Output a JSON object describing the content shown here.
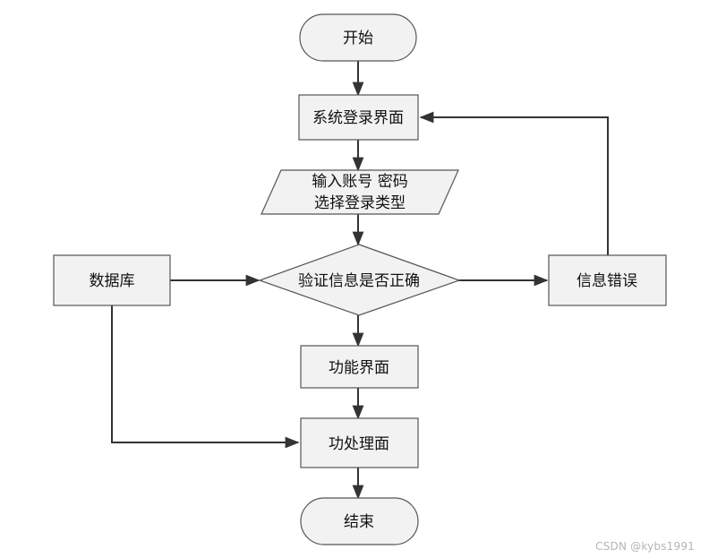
{
  "diagram": {
    "colors": {
      "fill": "#f2f2f2",
      "stroke": "#555555",
      "edge": "#333333",
      "text": "#111111"
    },
    "nodes": {
      "start": {
        "shape": "terminal",
        "label": "开始"
      },
      "login": {
        "shape": "process",
        "label": "系统登录界面"
      },
      "input": {
        "shape": "io",
        "line1": "输入账号 密码",
        "line2": "选择登录类型"
      },
      "verify": {
        "shape": "decision",
        "label": "验证信息是否正确"
      },
      "database": {
        "shape": "process",
        "label": "数据库"
      },
      "error": {
        "shape": "process",
        "label": "信息错误"
      },
      "function": {
        "shape": "process",
        "label": "功能界面"
      },
      "processing": {
        "shape": "process",
        "label": "功处理面"
      },
      "end": {
        "shape": "terminal",
        "label": "结束"
      }
    },
    "edges": [
      {
        "from": "start",
        "to": "login"
      },
      {
        "from": "login",
        "to": "input"
      },
      {
        "from": "input",
        "to": "verify"
      },
      {
        "from": "database",
        "to": "verify"
      },
      {
        "from": "verify",
        "to": "error"
      },
      {
        "from": "error",
        "to": "login"
      },
      {
        "from": "verify",
        "to": "function"
      },
      {
        "from": "function",
        "to": "processing"
      },
      {
        "from": "database",
        "to": "processing"
      },
      {
        "from": "processing",
        "to": "end"
      }
    ]
  },
  "watermark": "CSDN @kybs1991"
}
